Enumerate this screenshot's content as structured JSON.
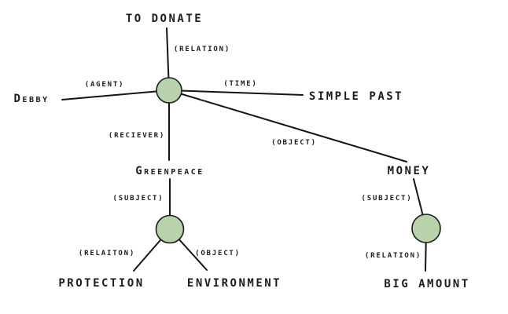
{
  "diagram": {
    "type": "semantic-network",
    "background_color": "#ffffff",
    "edge_color": "#141414",
    "node_fill_color": "#b8d3ac",
    "node_stroke_color": "#1c1c1c",
    "text_color": "#1c1c1c",
    "concepts": {
      "to_donate": "TO DONATE",
      "debby": "Debby",
      "simple_past": "SIMPLE PAST",
      "greenpeace": "Greenpeace",
      "money": "MONEY",
      "protection": "PROTECTION",
      "environment": "ENVIRONMENT",
      "big_amount": "BIG AMOUNT"
    },
    "relations": {
      "relation_top": "(RELATION)",
      "agent": "(AGENT)",
      "time": "(TIME)",
      "reciever": "(RECIEVER)",
      "object_upper": "(OBJECT)",
      "subject_left": "(SUBJECT)",
      "relaiton_lower_left": "(RELAITON)",
      "object_lower": "(OBJECT)",
      "subject_right": "(SUBJECT)",
      "relation_lower_right": "(RELATION)"
    }
  }
}
